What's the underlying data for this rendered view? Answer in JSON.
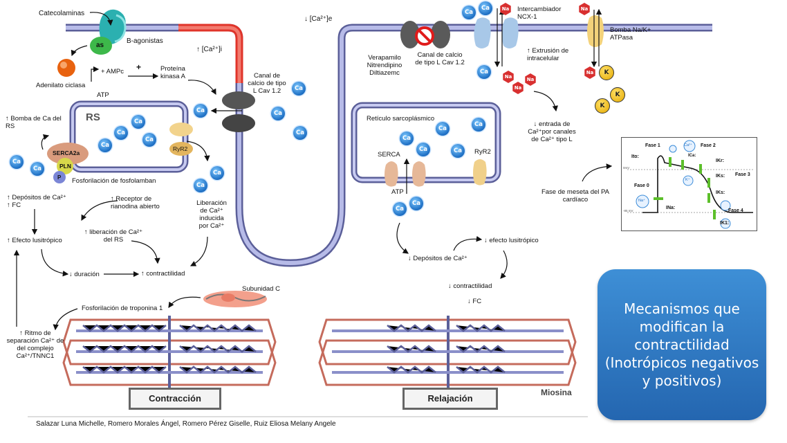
{
  "title": "Mecanismos que\nmodifican la\ncontractilidad\n(Inotrópicos negativos\ny positivos)",
  "credits": "Salazar Luna Michelle, Romero Morales Ángel, Romero Pérez Giselle, Ruiz Eliosa Melany Angele",
  "ion_labels": {
    "ca": "Ca",
    "na": "Na",
    "k": "K"
  },
  "left": {
    "catecolaminas": "Catecolaminas",
    "b_agonistas": "B-agonistas",
    "as": "as",
    "adenilato": "Adenilato ciclasa",
    "atp": "ATP",
    "ampc": "+ AMPc",
    "plus": "+",
    "proteina": "Proteína\nkinasa A",
    "ca_i": "↑ [Ca²⁺]i",
    "canal": "Canal de\ncalcio de tipo\nL Cav 1.2",
    "rs": "RS",
    "bomba_ca": "↑ Bomba de Ca del\nRS",
    "serca2a": "SERCA2a",
    "pln": "PLN",
    "p": "P",
    "ryr2": "RyR2",
    "fosfolamban": "Fosforilación de fosfolamban",
    "depositos": "↑ Depósitos de Ca²⁺\n↑ FC",
    "receptor": "↑ Receptor de\nrianodina abierto",
    "liberacion_rs": "↑ liberación de Ca²⁺\ndel RS",
    "liberacion_inducida": "Liberación\nde Ca²⁺\ninducida\npor Ca²⁺",
    "lusitropico": "↑ Efecto lusitrópico",
    "duracion": "↓ duración",
    "contractilidad": "↑ contractilidad",
    "subunidad": "Subunidad C",
    "troponina": "Fosforilación de troponina 1",
    "ritmo": "↑ Ritmo de\nseparación Ca²⁺ de\ndel complejo\nCa²⁺/TNNC1",
    "contraccion": "Contracción"
  },
  "right": {
    "ca_e": "↓ [Ca²⁺]e",
    "farmacos": "Verapamilo\nNitrendipino\nDiltiazemc",
    "canal": "Canal de calcio\nde tipo L Cav 1.2",
    "ncx": "Intercambiador\nNCX-1",
    "extrusion": "↑ Extrusión de\nintracelular",
    "bomba": "Bomba Na/K+\nATPasa",
    "entrada": "↓ entrada de\nCa²⁺por canales\nde Ca²⁺ tipo L",
    "reticulo": "Retículo sarcoplásmico",
    "serca": "SERCA",
    "atp": "ATP",
    "ryr2": "RyR2",
    "depositos": "↓ Depósitos de Ca²⁺",
    "lusitropico": "↓ efecto lusitrópico",
    "contractilidad": "↓ contractilidad",
    "fc": "↓ FC",
    "meseta": "Fase de meseta del PA\ncardíaco",
    "relajacion": "Relajación",
    "miosina": "Miosina"
  },
  "ap": {
    "fase1": "Fase 1",
    "fase2": "Fase 2",
    "fase3": "Fase 3",
    "fase0": "Fase 0",
    "fase4": "Fase 4",
    "ito": "Ito:",
    "ica": "ICa:",
    "iks": "IKs:",
    "ikr": "IKr:",
    "ik1": "IK1:",
    "ina": "INa:",
    "mv0": "0mV",
    "mv85": "-85 mV",
    "ca2": "Ca²⁺",
    "kplus": "K⁺",
    "naplus": "Na⁺"
  },
  "colors": {
    "membrane": "#8a8fc9",
    "membrane_dark": "#5b5f99",
    "membrane_red": "#e0342a",
    "calcium": "#1d6fc4",
    "sodium": "#d83030",
    "potassium": "#f0c020",
    "title_box": "#2f7bc8"
  }
}
